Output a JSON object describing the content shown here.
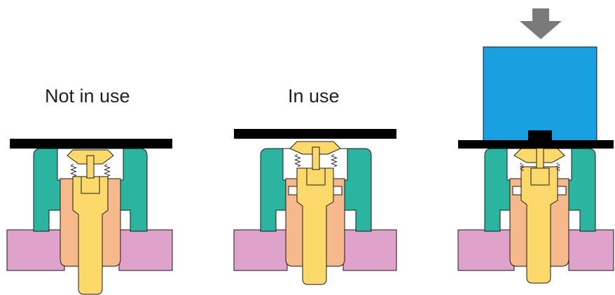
{
  "captions": {
    "not_in_use": "Not in use",
    "in_use": "In use"
  },
  "colors": {
    "background": "#ffffff",
    "caption_text": "#231f20",
    "contact_plate": "#000000",
    "housing_green": "#2bb5a1",
    "inner_sleeve_orange": "#f5b98c",
    "plunger_yellow": "#fcd96a",
    "base_pink": "#dfa2ca",
    "pressing_block_blue": "#19a0e1",
    "force_arrow_gray": "#7a7a7a",
    "outline": "#1a1a1a"
  },
  "states": [
    "not-in-use",
    "in-use",
    "pressed"
  ],
  "icons": {
    "force_arrow": "down-arrow-icon",
    "spring": "spring-icon"
  }
}
